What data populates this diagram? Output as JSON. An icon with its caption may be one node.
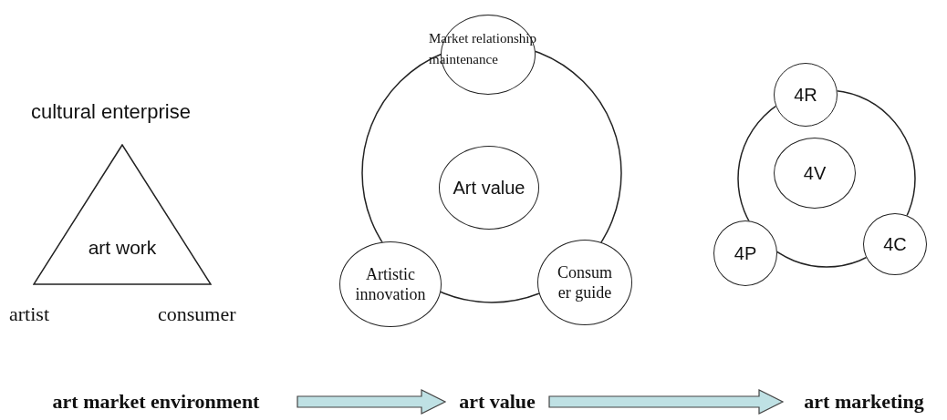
{
  "diagram": {
    "nodes": [
      {
        "text": [
          "art work"
        ],
        "beside": [
          "cultural enterprise",
          "artist",
          "consumer"
        ]
      },
      {
        "text": [],
        "shape": "circle"
      },
      {
        "text": [
          "Art value"
        ],
        "in": 1
      },
      {
        "text": [
          "Market relationship maintenance"
        ]
      },
      {
        "text": [
          "Artistic innovation"
        ]
      },
      {
        "text": [
          "Consum er guide"
        ]
      },
      {
        "text": [],
        "shape": "circle"
      },
      {
        "text": [
          "4R"
        ]
      },
      {
        "text": [
          "4V"
        ],
        "in": 6
      },
      {
        "text": [
          "4P"
        ]
      },
      {
        "text": [
          "4C"
        ]
      },
      {
        "text": [
          "art market environment"
        ]
      },
      {
        "text": [
          "art value"
        ]
      },
      {
        "text": [
          "art marketing"
        ]
      }
    ],
    "edges": [
      {
        "from": 11,
        "to": 12,
        "arrow": "to"
      },
      {
        "from": 12,
        "to": 13,
        "arrow": "to"
      }
    ]
  }
}
